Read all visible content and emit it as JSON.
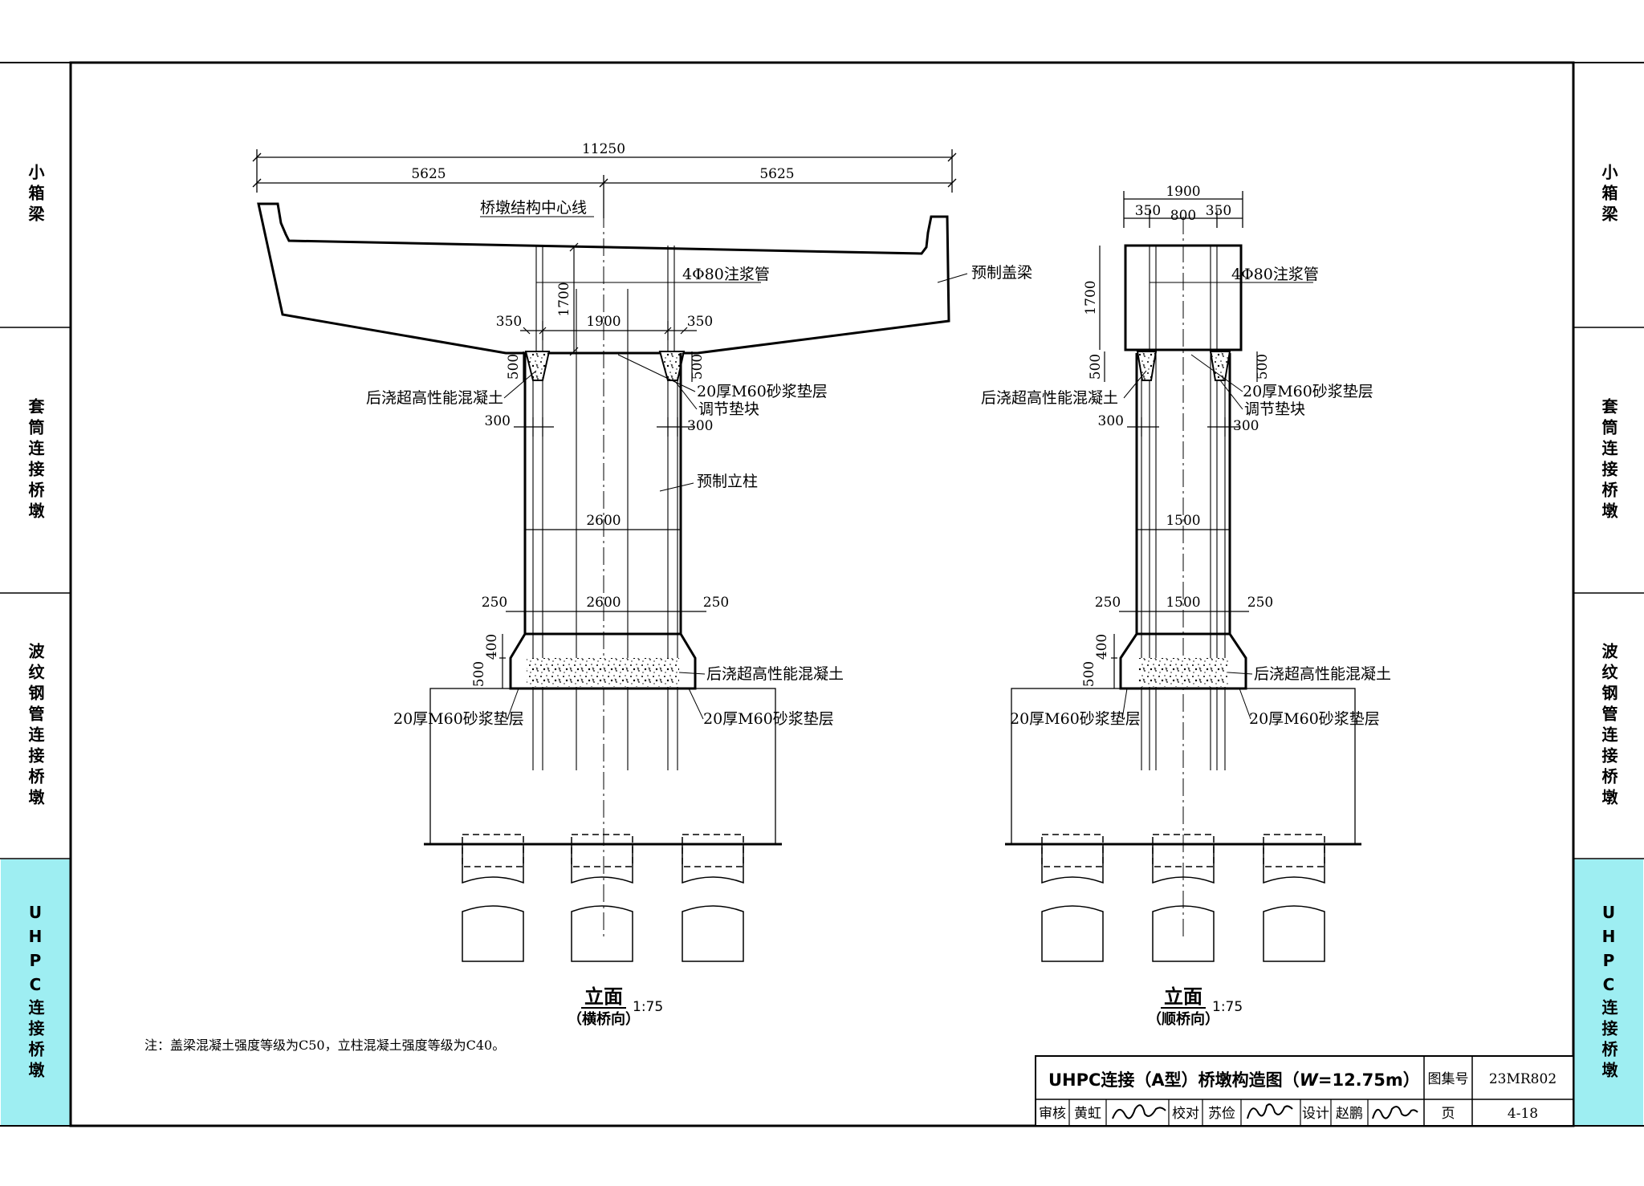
{
  "side_tabs": {
    "left": [
      "小箱梁",
      "套筒连接桥墩",
      "波纹钢管连接桥墩",
      "UHPC连接桥墩"
    ],
    "right": [
      "小箱梁",
      "套筒连接桥墩",
      "波纹钢管连接桥墩",
      "UHPC连接桥墩"
    ],
    "active_index": 3,
    "active_color": "#9eeef2"
  },
  "transverse": {
    "dims": {
      "total_width": "11250",
      "half_left": "5625",
      "half_right": "5625",
      "cap_height": "1700",
      "pocket_left": "350",
      "column_top": "1900",
      "pocket_right": "350",
      "pocket_depth": "500",
      "offset_left": "300",
      "offset_right": "300",
      "column_mid": "2600",
      "base_left": "250",
      "column_base": "2600",
      "base_right": "250",
      "footing_depth": "500",
      "footing_upper": "400"
    },
    "labels": {
      "centerline": "桥墩结构中心线",
      "grout_pipe": "4Φ80注浆管",
      "cap_beam": "预制盖梁",
      "uhpc_top": "后浇超高性能混凝土",
      "mortar_top": "20厚M60砂浆垫层",
      "shim": "调节垫块",
      "column": "预制立柱",
      "uhpc_bottom": "后浇超高性能混凝土",
      "mortar_left": "20厚M60砂浆垫层",
      "mortar_right": "20厚M60砂浆垫层"
    },
    "view_title": "立面",
    "view_subtitle": "（横桥向）",
    "scale": "1:75"
  },
  "longitudinal": {
    "dims": {
      "top_width": "1900",
      "left_part": "350",
      "mid_part": "800",
      "right_part": "350",
      "cap_height": "1700",
      "pocket_depth": "500",
      "offset_left": "300",
      "offset_right": "300",
      "column_mid": "1500",
      "base_left": "250",
      "column_base": "1500",
      "base_right": "250",
      "footing_depth": "500",
      "footing_upper": "400"
    },
    "labels": {
      "grout_pipe": "4Φ80注浆管",
      "uhpc_top": "后浇超高性能混凝土",
      "mortar_top": "20厚M60砂浆垫层",
      "shim": "调节垫块",
      "uhpc_bottom": "后浇超高性能混凝土",
      "mortar_left": "20厚M60砂浆垫层",
      "mortar_right": "20厚M60砂浆垫层"
    },
    "view_title": "立面",
    "view_subtitle": "（顺桥向）",
    "scale": "1:75"
  },
  "note": "注：盖梁混凝土强度等级为C50，立柱混凝土强度等级为C40。",
  "title_block": {
    "title_prefix": "UHPC连接（A型）桥墩构造图（",
    "title_var": "W",
    "title_suffix": "=12.75m）",
    "atlas_label": "图集号",
    "atlas_no": "23MR802",
    "review_label": "审核",
    "reviewer": "黄虹",
    "check_label": "校对",
    "checker": "苏俭",
    "design_label": "设计",
    "designer": "赵鹏",
    "page_label": "页",
    "page_no": "4-18"
  }
}
